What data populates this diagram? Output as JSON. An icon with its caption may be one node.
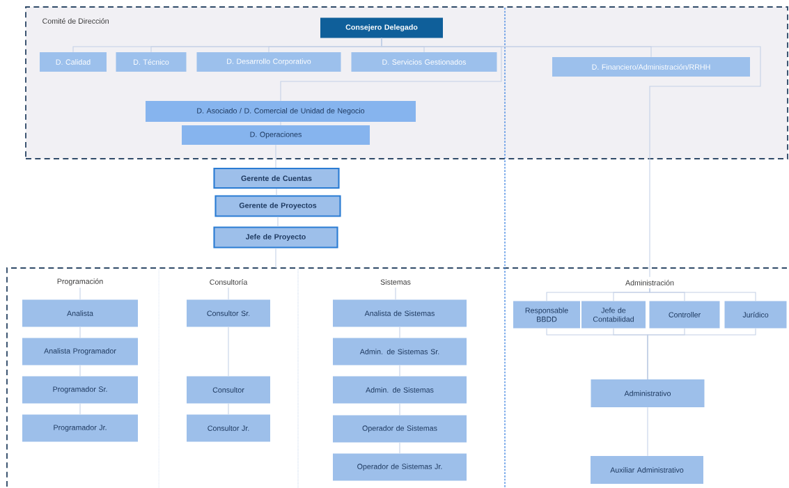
{
  "diagram": {
    "nodes": [
      {
        "text": [
          "Comité de Dirección"
        ]
      },
      {
        "text": [
          "Consejero Delegado"
        ],
        "in": 0
      },
      {
        "text": [
          "D. Calidad"
        ],
        "in": 0
      },
      {
        "text": [
          "D. Técnico"
        ],
        "in": 0
      },
      {
        "text": [
          "D. Desarrollo Corporativo"
        ],
        "in": 0
      },
      {
        "text": [
          "D. Servicios Gestionados"
        ],
        "in": 0
      },
      {
        "text": [
          "D. Financiero/Administración/RRHH"
        ],
        "in": 0
      },
      {
        "text": [
          "D. Asociado / D. Comercial de Unidad de Negocio"
        ],
        "in": 0
      },
      {
        "text": [
          "D. Operaciones"
        ],
        "in": 0
      },
      {
        "text": [
          "Gerente de Cuentas"
        ]
      },
      {
        "text": [
          "Gerente de Proyectos"
        ]
      },
      {
        "text": [
          "Jefe de Proyecto"
        ]
      },
      {
        "text": [],
        "shape": "box"
      },
      {
        "text": [
          "Programación"
        ],
        "in": 12
      },
      {
        "text": [
          "Analista"
        ],
        "in": 12
      },
      {
        "text": [
          "Analista Programador"
        ],
        "in": 12
      },
      {
        "text": [
          "Programador Sr."
        ],
        "in": 12
      },
      {
        "text": [
          "Programador Jr."
        ],
        "in": 12
      },
      {
        "text": [
          "Consultoría"
        ],
        "in": 12
      },
      {
        "text": [
          "Consultor Sr."
        ],
        "in": 12
      },
      {
        "text": [
          "Consultor"
        ],
        "in": 12
      },
      {
        "text": [
          "Consultor Jr."
        ],
        "in": 12
      },
      {
        "text": [
          "Sistemas"
        ],
        "in": 12
      },
      {
        "text": [
          "Analista de Sistemas"
        ],
        "in": 12
      },
      {
        "text": [
          "Admin. de Sistemas Sr."
        ],
        "in": 12
      },
      {
        "text": [
          "Admin. de Sistemas"
        ],
        "in": 12
      },
      {
        "text": [
          "Operador de Sistemas"
        ],
        "in": 12
      },
      {
        "text": [
          "Operador de Sistemas Jr."
        ],
        "in": 12
      },
      {
        "text": [
          "Administración"
        ],
        "in": 12
      },
      {
        "text": [
          "Responsable BBDD"
        ],
        "in": 12
      },
      {
        "text": [
          "Jefe de Contabilidad"
        ],
        "in": 12
      },
      {
        "text": [
          "Controller"
        ],
        "in": 12
      },
      {
        "text": [
          "Jurídico"
        ],
        "in": 12
      },
      {
        "text": [
          "Administrativo"
        ],
        "in": 12
      },
      {
        "text": [
          "Auxiliar Administrativo"
        ],
        "in": 12
      }
    ],
    "edges": [
      {
        "from": 1,
        "to": 2,
        "arrow": "none"
      },
      {
        "from": 1,
        "to": 3,
        "arrow": "none"
      },
      {
        "from": 1,
        "to": 4,
        "arrow": "none"
      },
      {
        "from": 1,
        "to": 5,
        "arrow": "none"
      },
      {
        "from": 1,
        "to": 6,
        "arrow": "none"
      },
      {
        "from": 1,
        "to": 7,
        "arrow": "none"
      },
      {
        "from": 7,
        "to": 8,
        "arrow": "none"
      },
      {
        "from": 8,
        "to": 9,
        "arrow": "none"
      },
      {
        "from": 9,
        "to": 10,
        "arrow": "none"
      },
      {
        "from": 10,
        "to": 11,
        "arrow": "none"
      },
      {
        "from": 11,
        "to": 12,
        "arrow": "none"
      },
      {
        "from": 1,
        "to": 28,
        "arrow": "none"
      },
      {
        "from": 13,
        "to": 14,
        "arrow": "none"
      },
      {
        "from": 14,
        "to": 15,
        "arrow": "none"
      },
      {
        "from": 15,
        "to": 16,
        "arrow": "none"
      },
      {
        "from": 16,
        "to": 17,
        "arrow": "none"
      },
      {
        "from": 18,
        "to": 19,
        "arrow": "none"
      },
      {
        "from": 19,
        "to": 20,
        "arrow": "none"
      },
      {
        "from": 20,
        "to": 21,
        "arrow": "none"
      },
      {
        "from": 22,
        "to": 23,
        "arrow": "none"
      },
      {
        "from": 23,
        "to": 24,
        "arrow": "none"
      },
      {
        "from": 24,
        "to": 25,
        "arrow": "none"
      },
      {
        "from": 25,
        "to": 26,
        "arrow": "none"
      },
      {
        "from": 26,
        "to": 27,
        "arrow": "none"
      },
      {
        "from": 28,
        "to": 29,
        "arrow": "none"
      },
      {
        "from": 28,
        "to": 30,
        "arrow": "none"
      },
      {
        "from": 28,
        "to": 31,
        "arrow": "none"
      },
      {
        "from": 28,
        "to": 32,
        "arrow": "none"
      },
      {
        "from": 29,
        "to": 33,
        "arrow": "none"
      },
      {
        "from": 30,
        "to": 33,
        "arrow": "none"
      },
      {
        "from": 31,
        "to": 33,
        "arrow": "none"
      },
      {
        "from": 32,
        "to": 33,
        "arrow": "none"
      },
      {
        "from": 33,
        "to": 34,
        "arrow": "none"
      }
    ]
  }
}
